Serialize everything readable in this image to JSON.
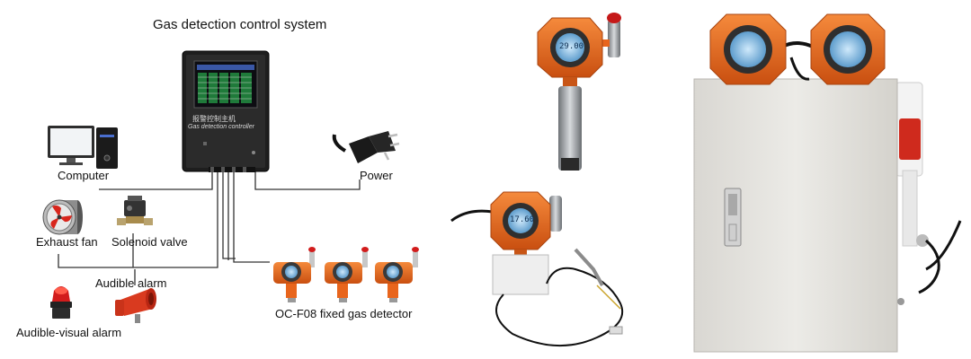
{
  "diagram": {
    "title": "Gas detection control system",
    "controller_cn": "报警控制主机",
    "controller_en": "Gas detection controller",
    "computer_label": "Computer",
    "power_label": "Power",
    "exhaust_fan_label": "Exhaust fan",
    "solenoid_valve_label": "Solenoid valve",
    "audible_alarm_label": "Audible alarm",
    "audible_visual_alarm_label": "Audible-visual alarm",
    "detector_label": "OC-F08 fixed gas detector"
  },
  "photos": {
    "detector_display_1": "29.00",
    "detector_display_2": "17.60"
  },
  "colors": {
    "housing_orange": "#e8651c",
    "cabinet_grey": "#e6e4df",
    "lcd_blue": "#8fc4e8",
    "alarm_red": "#d21c1c"
  }
}
